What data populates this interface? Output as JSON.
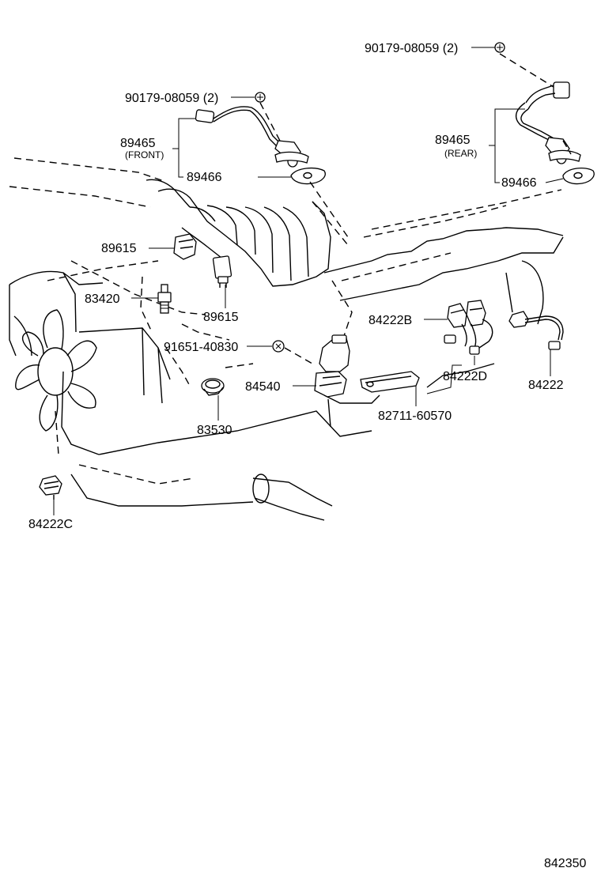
{
  "labels": {
    "clip_rear": "90179-08059 (2)",
    "clip_front": "90179-08059 (2)",
    "sensor_front_no": "89465",
    "sensor_front_sub": "(FRONT)",
    "gasket_front": "89466",
    "sensor_rear_no": "89465",
    "sensor_rear_sub": "(REAR)",
    "gasket_rear": "89466",
    "sensor_89615_a": "89615",
    "sensor_89615_b": "89615",
    "sender_83420": "83420",
    "clip_91651": "91651-40830",
    "switch_84540": "84540",
    "switch_83530": "83530",
    "switch_84222b": "84222B",
    "switch_84222d": "84222D",
    "switch_84222": "84222",
    "bracket_82711": "82711-60570",
    "switch_84222c": "84222C",
    "diagram_code": "842350"
  }
}
